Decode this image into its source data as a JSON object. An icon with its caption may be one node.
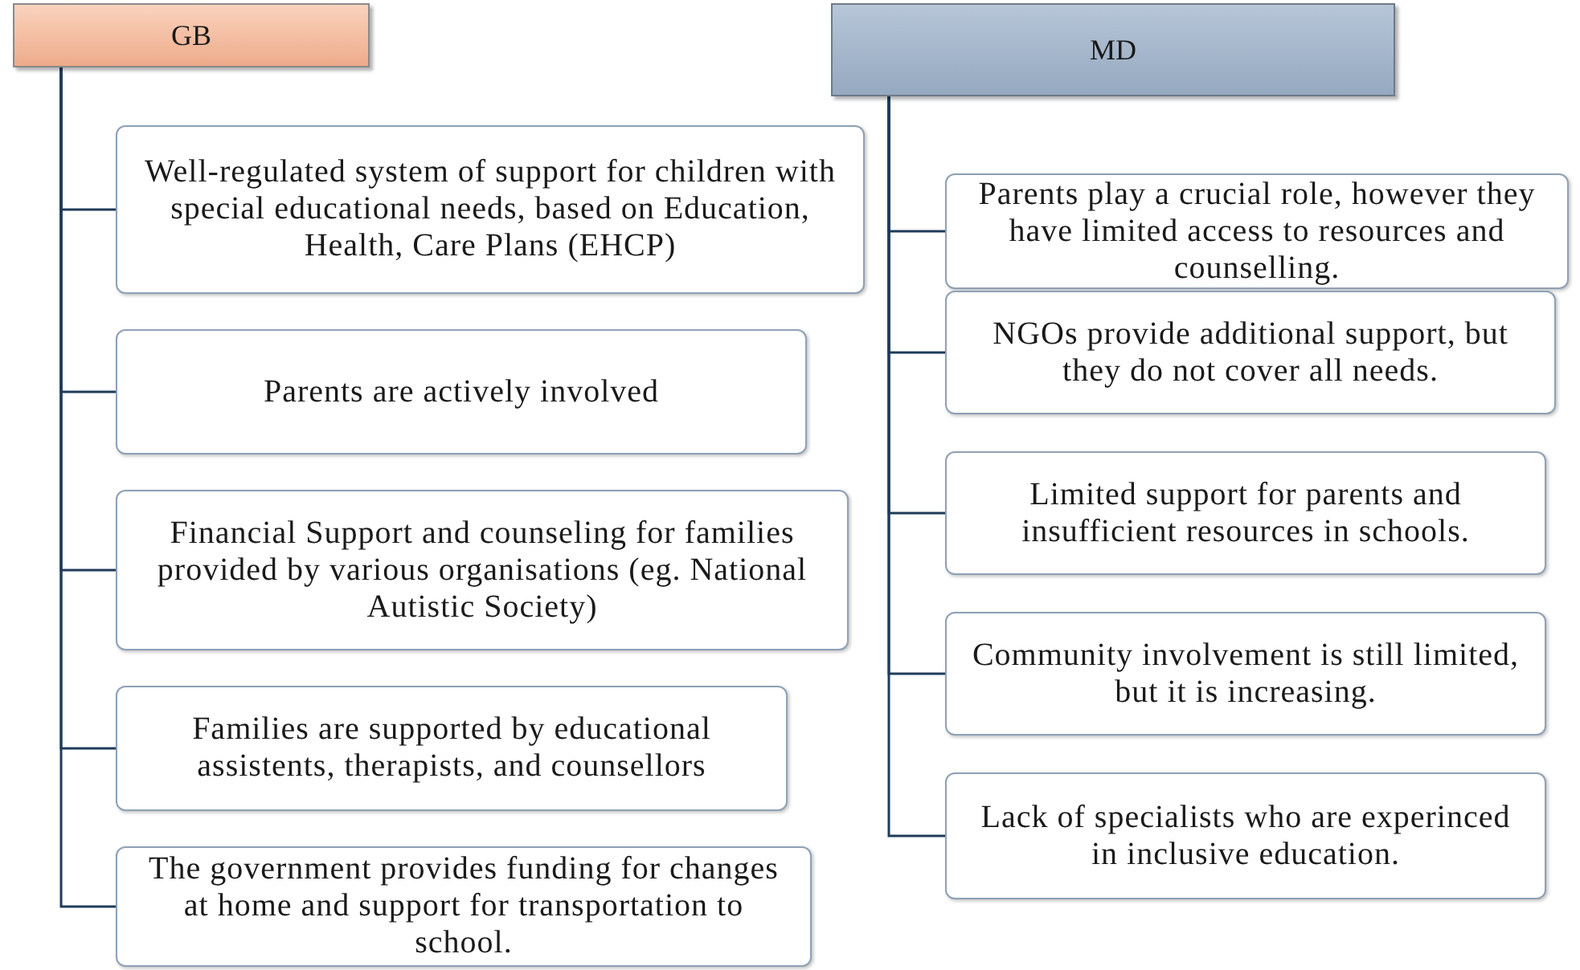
{
  "diagram": {
    "nodes": [
      {
        "text": [
          "GB"
        ]
      },
      {
        "text": [
          "MD"
        ]
      },
      {
        "text": [
          "Well-regulated system of support for children with special educational needs, based on Education, Health, Care Plans (EHCP)"
        ]
      },
      {
        "text": [
          "Parents are actively involved"
        ]
      },
      {
        "text": [
          "Financial Support and counseling for families provided by various organisations (eg. National Autistic Society)"
        ]
      },
      {
        "text": [
          "Families are supported by educational assistents, therapists, and counsellors"
        ]
      },
      {
        "text": [
          "The government provides funding for changes at home and support for transportation to school."
        ]
      },
      {
        "text": [
          "Parents play a crucial role, however they have limited access to resources and counselling."
        ]
      },
      {
        "text": [
          "NGOs provide additional support, but they do not cover all needs."
        ]
      },
      {
        "text": [
          "Limited support for parents and insufficient resources  in schools."
        ]
      },
      {
        "text": [
          "Community involvement is still limited, but it is increasing."
        ]
      },
      {
        "text": [
          "Lack of specialists who are experinced in inclusive education."
        ]
      }
    ],
    "edges": [
      {
        "from": 0,
        "to": 2,
        "arrow": "none"
      },
      {
        "from": 0,
        "to": 3,
        "arrow": "none"
      },
      {
        "from": 0,
        "to": 4,
        "arrow": "none"
      },
      {
        "from": 0,
        "to": 5,
        "arrow": "none"
      },
      {
        "from": 0,
        "to": 6,
        "arrow": "none"
      },
      {
        "from": 1,
        "to": 7,
        "arrow": "none"
      },
      {
        "from": 1,
        "to": 8,
        "arrow": "none"
      },
      {
        "from": 1,
        "to": 9,
        "arrow": "none"
      },
      {
        "from": 1,
        "to": 10,
        "arrow": "none"
      },
      {
        "from": 1,
        "to": 11,
        "arrow": "none"
      }
    ]
  }
}
